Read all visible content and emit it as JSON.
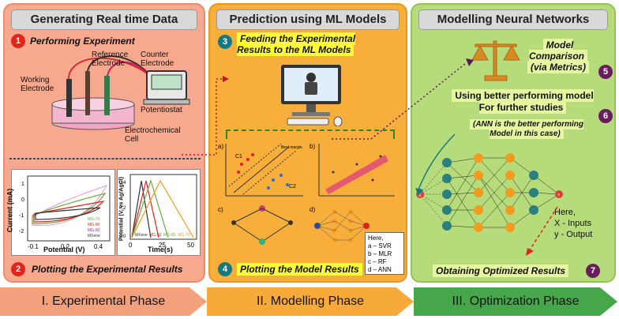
{
  "panels": {
    "p1": {
      "title": "Generating Real time Data",
      "step1": {
        "num": "1",
        "label": "Performing Experiment"
      },
      "labels": {
        "reference": "Reference\nElectrode",
        "counter": "Counter\nElectrode",
        "working": "Working\nElectrode",
        "potentiostat": "Potentiostat",
        "cell": "Electrochemical\nCell"
      },
      "cv_plot": {
        "ylabel": "Current (mA)",
        "xlabel": "Potential (V)",
        "xticks": [
          "-0.1",
          "0.2",
          "0.4"
        ],
        "yticks": [
          "1",
          "0",
          "-1",
          "-2"
        ],
        "legend": [
          "MG-70",
          "MG-60",
          "MG-50",
          "MXene"
        ]
      },
      "gcd_plot": {
        "ylabel": "Potential (V, vs Ag/AgCl)",
        "xlabel": "Time(s)",
        "xticks": [
          "0",
          "25",
          "50"
        ],
        "yticks": [
          "0.4",
          "0.2",
          "0.0"
        ],
        "legend": [
          "MXene",
          "MG-50",
          "MG-60",
          "MG-70"
        ]
      },
      "step2": {
        "num": "2",
        "label": "Plotting the Experimental Results"
      }
    },
    "p2": {
      "title": "Prediction using ML Models",
      "step3": {
        "num": "3",
        "label": "Feeding the Experimental\nResults to the ML Models"
      },
      "subplots": {
        "a": "a)",
        "b": "b)",
        "c": "c)",
        "d": "d)",
        "best_margin": "Best margin",
        "c1": "C1",
        "c2": "C2"
      },
      "step4": {
        "num": "4",
        "label": "Plotting the Model Results"
      },
      "legend": {
        "here": "Here,",
        "a": "a – SVR",
        "b": "b – MLR",
        "c": "c – RF",
        "d": "d – ANN"
      }
    },
    "p3": {
      "title": "Modelling Neural Networks",
      "step5": {
        "num": "5",
        "label": "Model Comparison",
        "sub": "(via Metrics)"
      },
      "step6": {
        "num": "6",
        "label": "Using better performing model\nFor further studies",
        "sub": "(ANN is the better performing\nModel in this case)"
      },
      "legend": {
        "here": "Here,",
        "x": "X - Inputs",
        "y": "y - Output"
      },
      "nn": {
        "x": "X",
        "y": "Y"
      },
      "step7": {
        "num": "7",
        "label": "Obtaining Optimized Results"
      }
    }
  },
  "phases": [
    "I. Experimental Phase",
    "II. Modelling Phase",
    "III. Optimization Phase"
  ],
  "colors": {
    "phase1": "#f3a07c",
    "phase2": "#f7a93a",
    "phase3": "#46a64a",
    "red": "#e0251b",
    "teal": "#137a83",
    "purple": "#6a1d5c"
  }
}
